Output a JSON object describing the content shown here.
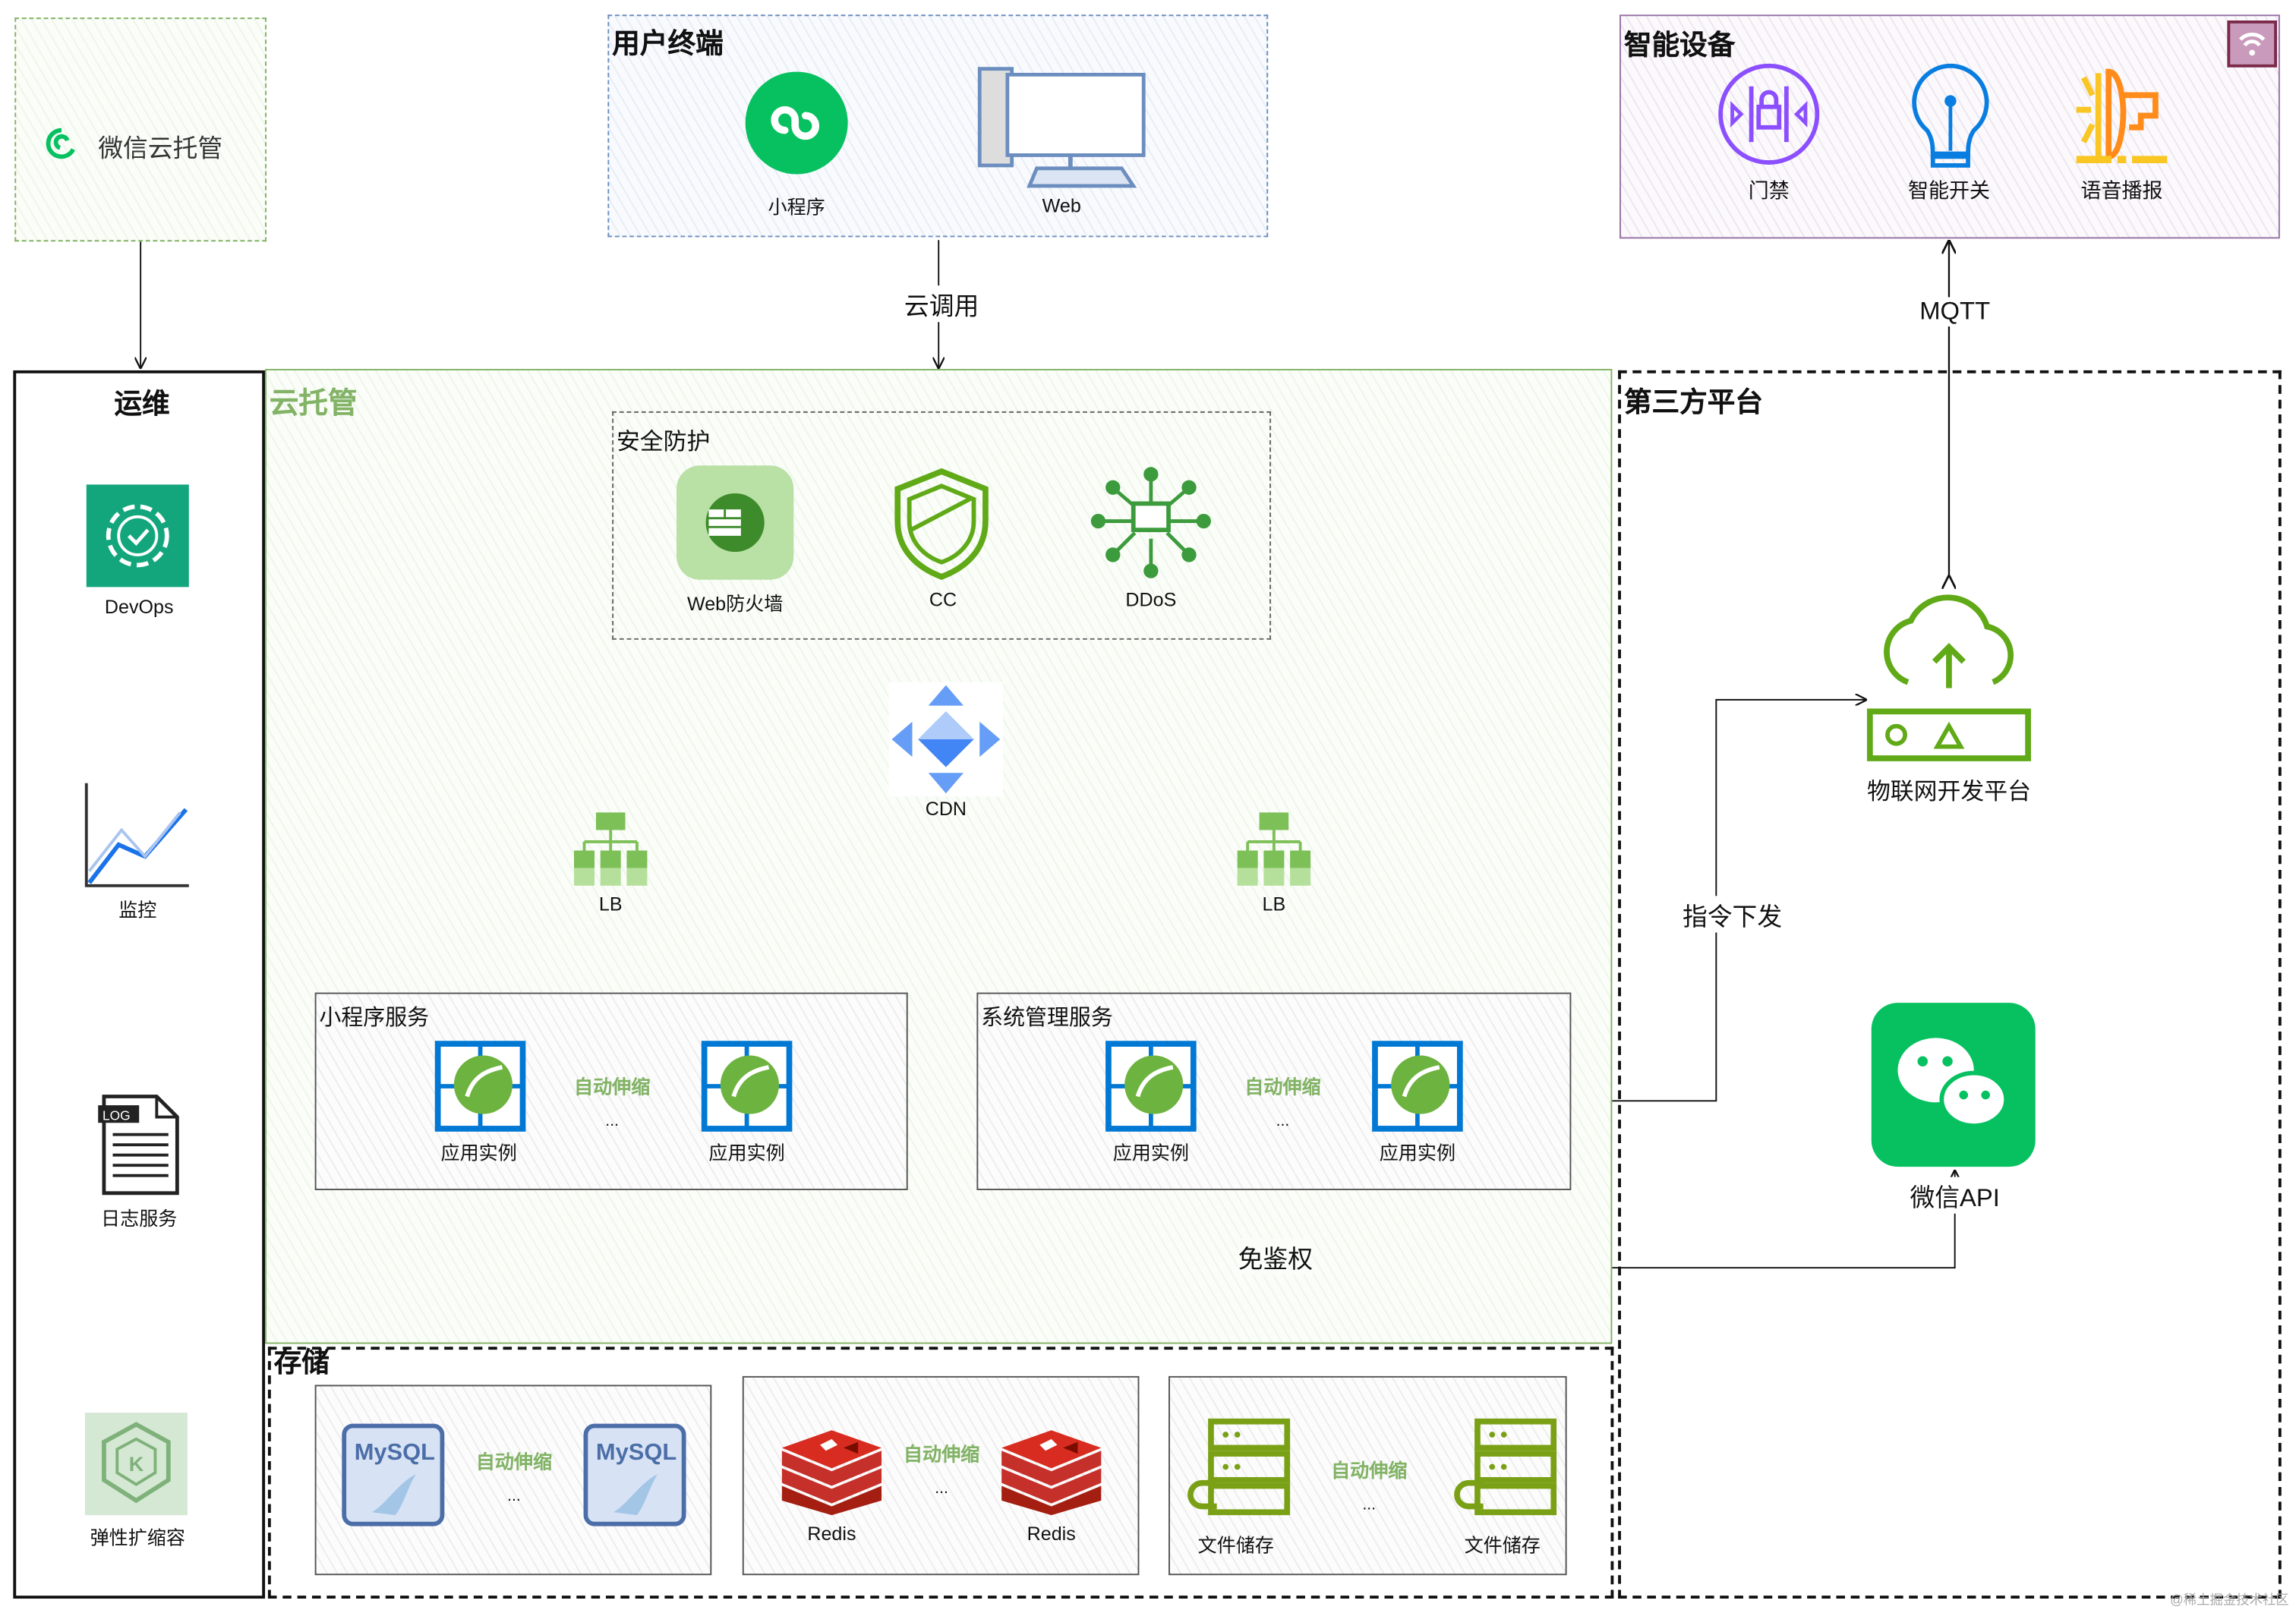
{
  "wechat_cloud": {
    "label": "微信云托管"
  },
  "user_terminal": {
    "title": "用户终端",
    "items": [
      {
        "label": "小程序",
        "icon": "mini-program-icon"
      },
      {
        "label": "Web",
        "icon": "desktop-computer-icon"
      }
    ]
  },
  "smart_devices": {
    "title": "智能设备",
    "badge_icon": "wifi-icon",
    "items": [
      {
        "label": "门禁",
        "icon": "access-control-icon"
      },
      {
        "label": "智能开关",
        "icon": "light-bulb-icon"
      },
      {
        "label": "语音播报",
        "icon": "speaker-icon"
      }
    ]
  },
  "edges": {
    "cloud_call": "云调用",
    "mqtt": "MQTT",
    "command": "指令下发",
    "no_auth": "免鉴权"
  },
  "ops": {
    "title": "运维",
    "items": [
      {
        "label": "DevOps",
        "icon": "devops-gear-icon"
      },
      {
        "label": "监控",
        "icon": "monitoring-chart-icon"
      },
      {
        "label": "日志服务",
        "icon": "log-file-icon",
        "badge": "LOG"
      },
      {
        "label": "弹性扩缩容",
        "icon": "kubernetes-icon"
      }
    ]
  },
  "cloud_hosting": {
    "title": "云托管",
    "security": {
      "title": "安全防护",
      "items": [
        {
          "label": "Web防火墙",
          "icon": "firewall-icon"
        },
        {
          "label": "CC",
          "icon": "shield-icon"
        },
        {
          "label": "DDoS",
          "icon": "network-icon"
        }
      ]
    },
    "cdn": {
      "label": "CDN"
    },
    "lb_left": {
      "label": "LB"
    },
    "lb_right": {
      "label": "LB"
    },
    "mini_service": {
      "title": "小程序服务",
      "instance": "应用实例",
      "autoscale": "自动伸缩",
      "ellipsis": "..."
    },
    "admin_service": {
      "title": "系统管理服务",
      "instance": "应用实例",
      "autoscale": "自动伸缩",
      "ellipsis": "..."
    }
  },
  "third_party": {
    "title": "第三方平台",
    "iot": {
      "label": "物联网开发平台"
    },
    "wechat_api": {
      "label": "微信API"
    }
  },
  "storage": {
    "title": "存储",
    "mysql": {
      "label": "MySQL",
      "autoscale": "自动伸缩",
      "ellipsis": "..."
    },
    "redis": {
      "label": "Redis",
      "autoscale": "自动伸缩",
      "ellipsis": "..."
    },
    "file": {
      "label": "文件储存",
      "autoscale": "自动伸缩",
      "ellipsis": "..."
    }
  },
  "watermark": "@稀土掘金技术社区",
  "colors": {
    "green": "#82b366",
    "wechat_green": "#07c160",
    "blue": "#6c8ebf",
    "purple": "#9673a6",
    "redis_red": "#c6302b",
    "spring_green": "#6db33f",
    "azure_blue": "#0078d4"
  }
}
